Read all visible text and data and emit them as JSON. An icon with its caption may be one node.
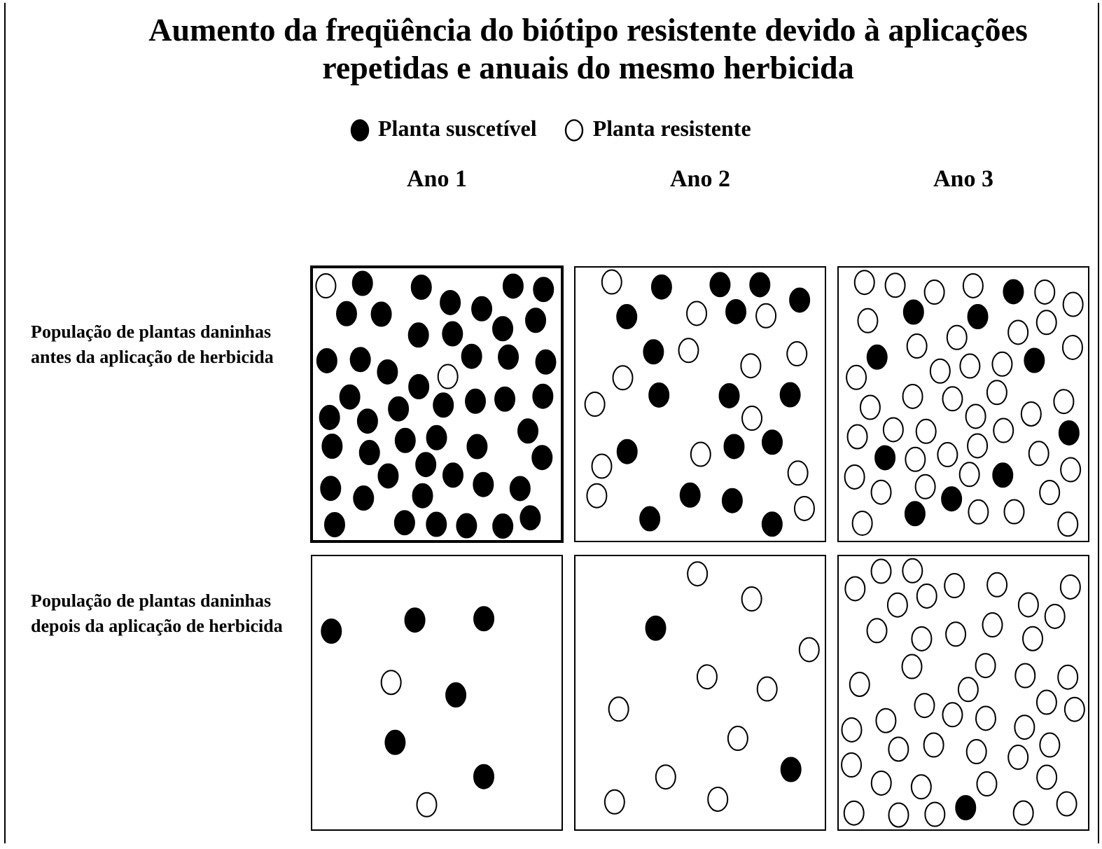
{
  "diagram": {
    "title": "Aumento da freqüência do biótipo resistente devido à aplicações repetidas e anuais do mesmo herbicida",
    "legend": [
      {
        "text": "Planta suscetível"
      },
      {
        "text": "Planta resistente"
      }
    ],
    "labels": [
      "Ano 1",
      "Ano 2",
      "Ano 3",
      "População de plantas daninhas antes da aplicação de herbicida",
      "População de plantas daninhas depois da aplicação de herbicida"
    ]
  }
}
